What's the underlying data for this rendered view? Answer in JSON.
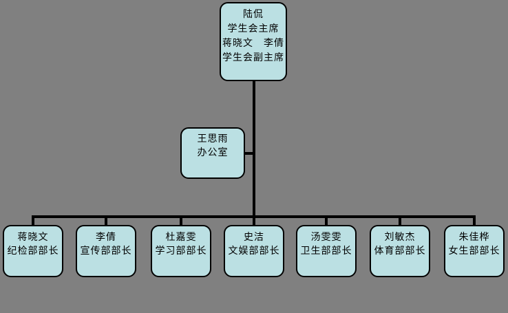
{
  "canvas": {
    "background_color": "#808080",
    "node_fill_color": "#bbe0e3",
    "node_border_color": "#000000",
    "connector_color": "#000000"
  },
  "org_chart": {
    "president": {
      "lines": [
        "陆侃",
        "学生会主席",
        "蒋晓文　李倩",
        "学生会副主席"
      ]
    },
    "office": {
      "lines": [
        "王思雨",
        "办公室"
      ]
    },
    "departments": [
      {
        "name": "蒋晓文",
        "title": "纪检部部长"
      },
      {
        "name": "李倩",
        "title": "宣传部部长"
      },
      {
        "name": "杜嘉雯",
        "title": "学习部部长"
      },
      {
        "name": "史洁",
        "title": "文娱部部长"
      },
      {
        "name": "汤雯雯",
        "title": "卫生部部长"
      },
      {
        "name": "刘敏杰",
        "title": "体育部部长"
      },
      {
        "name": "朱佳桦",
        "title": "女生部部长"
      }
    ]
  }
}
